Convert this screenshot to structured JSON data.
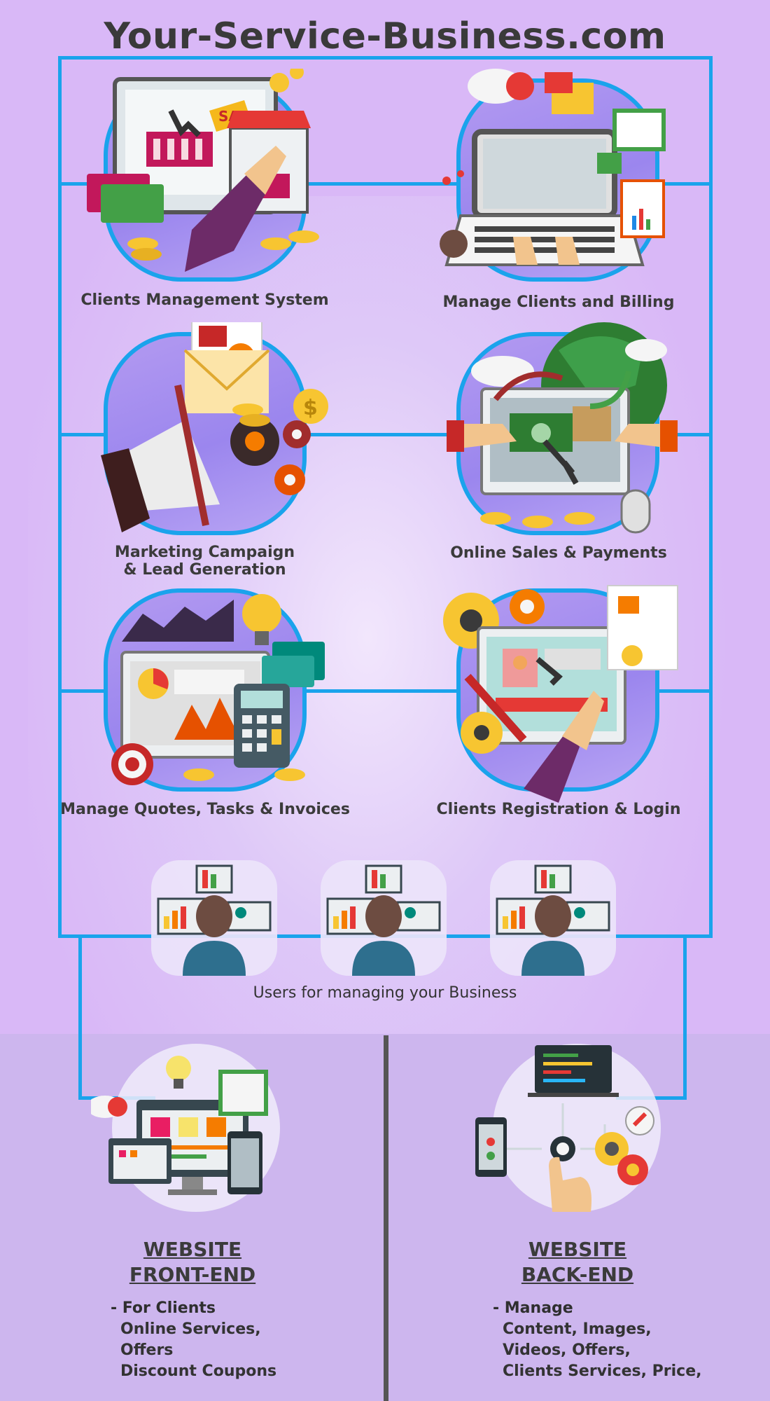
{
  "title": "Your-Service-Business.com",
  "features": [
    {
      "id": "clients-management",
      "label": "Clients Management System",
      "icon": "shop-screen-icon"
    },
    {
      "id": "manage-billing",
      "label": "Manage Clients and Billing",
      "icon": "laptop-billing-icon"
    },
    {
      "id": "marketing",
      "label_lines": [
        "Marketing Campaign",
        "& Lead Generation"
      ],
      "icon": "megaphone-icon"
    },
    {
      "id": "online-sales",
      "label": "Online Sales & Payments",
      "icon": "globe-payment-icon"
    },
    {
      "id": "quotes",
      "label": "Manage Quotes, Tasks & Invoices",
      "icon": "calculator-dashboard-icon"
    },
    {
      "id": "registration",
      "label": "Clients Registration & Login",
      "icon": "profile-screen-icon"
    }
  ],
  "users": {
    "caption": "Users for managing your Business",
    "count": 3,
    "icon": "user-workstation-icon"
  },
  "frontend": {
    "heading_lines": [
      "WEBSITE",
      "FRONT-END"
    ],
    "list_header": "- For Clients",
    "items": [
      "Online Services,",
      "Offers",
      "Discount Coupons"
    ],
    "icon": "responsive-devices-icon"
  },
  "backend": {
    "heading_lines": [
      "WEBSITE",
      "BACK-END"
    ],
    "list_header": "- Manage",
    "items": [
      "Content, Images,",
      "Videos, Offers,",
      "Clients Services, Price,"
    ],
    "icon": "touch-settings-icon"
  },
  "colors": {
    "background": "#d9b8f7",
    "line": "#1aa3ec",
    "blob": "#a390f0",
    "text": "#3b3b3b"
  }
}
